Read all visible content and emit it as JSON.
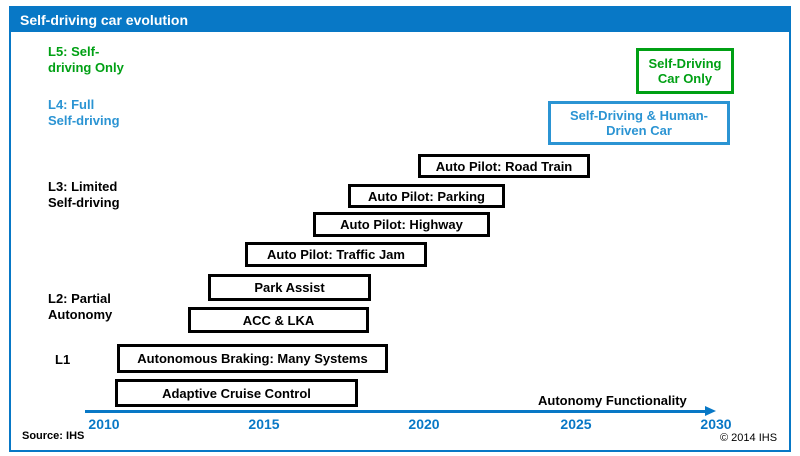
{
  "title": "Self-driving car evolution",
  "colors": {
    "frame_blue": "#0878c6",
    "light_blue": "#2b94d3",
    "green": "#00a014",
    "box_border_black": "#000000",
    "background": "#ffffff"
  },
  "levels": [
    {
      "id": "L5",
      "label": "L5: Self-\ndriving Only",
      "color": "green"
    },
    {
      "id": "L4",
      "label": "L4: Full\nSelf-driving",
      "color": "blue"
    },
    {
      "id": "L3",
      "label": "L3: Limited\nSelf-driving",
      "color": "black"
    },
    {
      "id": "L2",
      "label": "L2: Partial\nAutonomy",
      "color": "black"
    },
    {
      "id": "L1",
      "label": "L1",
      "color": "black"
    }
  ],
  "boxes": [
    {
      "label": "Self-Driving Car Only",
      "style": "green"
    },
    {
      "label": "Self-Driving & Human-Driven Car",
      "style": "blue"
    },
    {
      "label": "Auto Pilot: Road Train",
      "style": "black"
    },
    {
      "label": "Auto Pilot: Parking",
      "style": "black"
    },
    {
      "label": "Auto Pilot: Highway",
      "style": "black"
    },
    {
      "label": "Auto Pilot: Traffic Jam",
      "style": "black"
    },
    {
      "label": "Park Assist",
      "style": "black"
    },
    {
      "label": "ACC & LKA",
      "style": "black"
    },
    {
      "label": "Autonomous Braking: Many Systems",
      "style": "black"
    },
    {
      "label": "Adaptive Cruise Control",
      "style": "black"
    }
  ],
  "axis": {
    "label": "Autonomy Functionality",
    "ticks": [
      "2010",
      "2015",
      "2020",
      "2025",
      "2030"
    ]
  },
  "footer": {
    "source": "Source: IHS",
    "copyright": "© 2014 IHS"
  },
  "chart_data": {
    "type": "bar",
    "subtype": "horizontal-timeline",
    "title": "Self-driving car evolution",
    "xlabel": "Autonomy Functionality",
    "x_ticks": [
      2010,
      2015,
      2020,
      2025,
      2030
    ],
    "xlim": [
      2010,
      2030
    ],
    "grid": false,
    "legend": false,
    "series": [
      {
        "name": "Adaptive Cruise Control",
        "level": "L1",
        "start": 2010.5,
        "end": 2018.5,
        "style": "black-outline"
      },
      {
        "name": "Autonomous Braking: Many Systems",
        "level": "L1",
        "start": 2010.5,
        "end": 2019.5,
        "style": "black-outline"
      },
      {
        "name": "ACC & LKA",
        "level": "L2: Partial Autonomy",
        "start": 2013,
        "end": 2018.5,
        "style": "black-outline"
      },
      {
        "name": "Park Assist",
        "level": "L2: Partial Autonomy",
        "start": 2013.5,
        "end": 2019,
        "style": "black-outline"
      },
      {
        "name": "Auto Pilot: Traffic Jam",
        "level": "L3: Limited Self-driving",
        "start": 2014.5,
        "end": 2020.5,
        "style": "black-outline"
      },
      {
        "name": "Auto Pilot: Highway",
        "level": "L3: Limited Self-driving",
        "start": 2017,
        "end": 2022.5,
        "style": "black-outline"
      },
      {
        "name": "Auto Pilot: Parking",
        "level": "L3: Limited Self-driving",
        "start": 2018,
        "end": 2023,
        "style": "black-outline"
      },
      {
        "name": "Auto Pilot: Road Train",
        "level": "L3: Limited Self-driving",
        "start": 2020.5,
        "end": 2026,
        "style": "black-outline"
      },
      {
        "name": "Self-Driving & Human-Driven Car",
        "level": "L4: Full Self-driving",
        "start": 2024.5,
        "end": 2030,
        "style": "blue-outline"
      },
      {
        "name": "Self-Driving Car Only",
        "level": "L5: Self-driving Only",
        "start": 2027.5,
        "end": 2030,
        "style": "green-outline"
      }
    ]
  }
}
